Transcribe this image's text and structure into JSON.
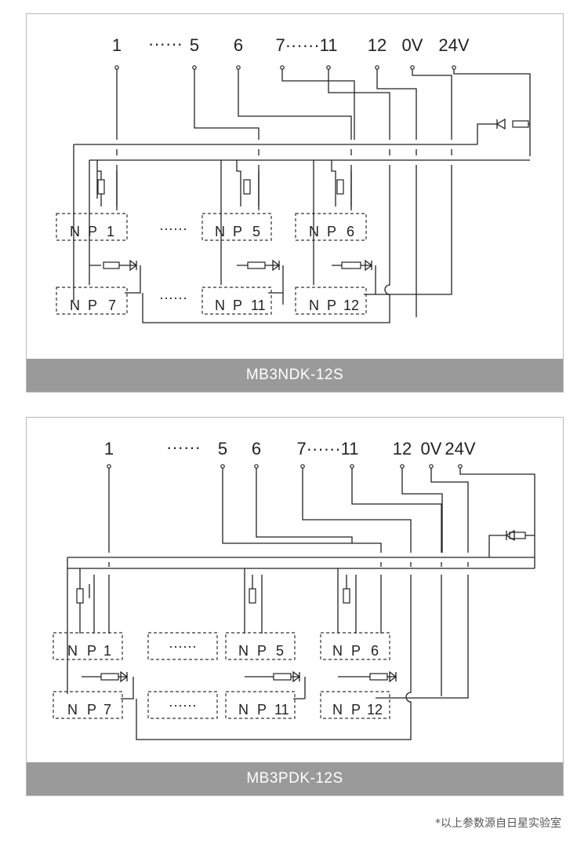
{
  "diagrams": [
    {
      "caption": "MB3NDK-12S",
      "top_labels": [
        "1",
        "······",
        "5",
        "6",
        "7······11",
        "12",
        "0V",
        "24V"
      ],
      "blocks": [
        {
          "n": "N",
          "p": "P",
          "ch": "1"
        },
        {
          "n": "N",
          "p": "P",
          "ch": "5"
        },
        {
          "n": "N",
          "p": "P",
          "ch": "6"
        },
        {
          "n": "N",
          "p": "P",
          "ch": "7"
        },
        {
          "n": "N",
          "p": "P",
          "ch": "11"
        },
        {
          "n": "N",
          "p": "P",
          "ch": "12"
        }
      ],
      "ellipsis": "······"
    },
    {
      "caption": "MB3PDK-12S",
      "top_labels": [
        "1",
        "······",
        "5",
        "6",
        "7······11",
        "12",
        "0V",
        "24V"
      ],
      "blocks": [
        {
          "n": "N",
          "p": "P",
          "ch": "1"
        },
        {
          "n": "N",
          "p": "P",
          "ch": "5"
        },
        {
          "n": "N",
          "p": "P",
          "ch": "6"
        },
        {
          "n": "N",
          "p": "P",
          "ch": "7"
        },
        {
          "n": "N",
          "p": "P",
          "ch": "11"
        },
        {
          "n": "N",
          "p": "P",
          "ch": "12"
        }
      ],
      "ellipsis": "······"
    }
  ],
  "footnote": "*以上参数源自日星实验室"
}
